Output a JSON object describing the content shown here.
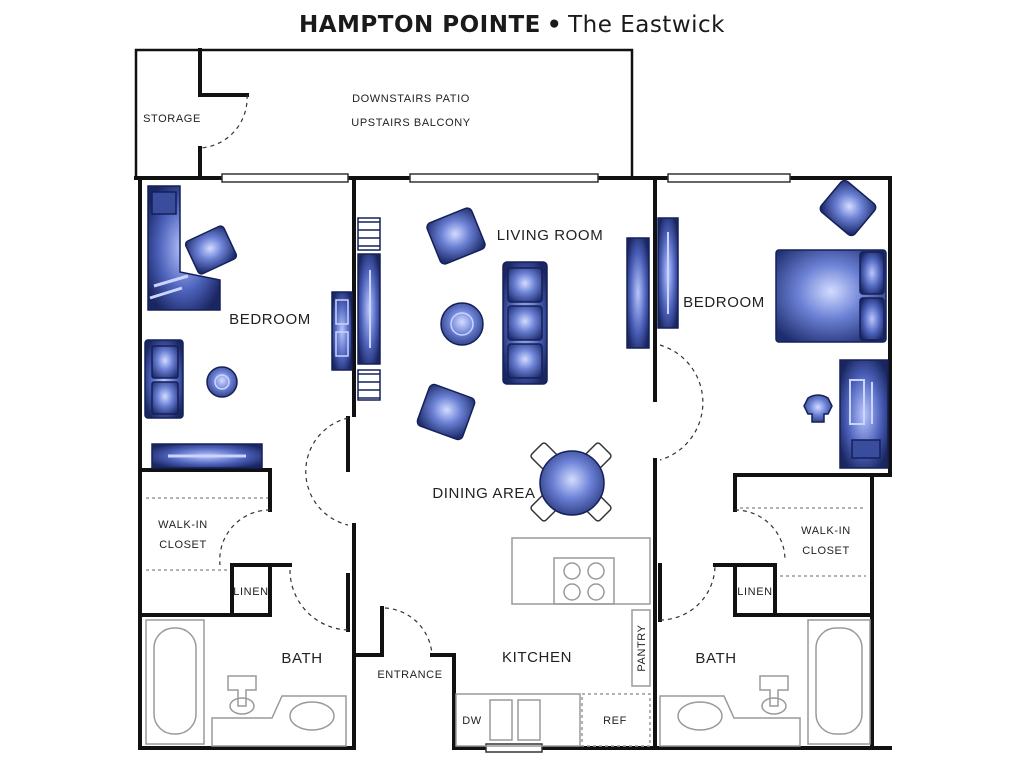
{
  "title": {
    "brand": "HAMPTON POINTE",
    "separator": "•",
    "plan": "The Eastwick"
  },
  "rooms": {
    "storage": "STORAGE",
    "patio_line1": "DOWNSTAIRS PATIO",
    "patio_line2": "UPSTAIRS  BALCONY",
    "living_room": "LIVING ROOM",
    "bedroom_left": "BEDROOM",
    "bedroom_right": "BEDROOM",
    "dining_area": "DINING AREA",
    "closet_left_1": "WALK-IN",
    "closet_left_2": "CLOSET",
    "closet_right_1": "WALK-IN",
    "closet_right_2": "CLOSET",
    "linen_left": "LINEN",
    "linen_right": "LINEN",
    "bath_left": "BATH",
    "bath_right": "BATH",
    "entrance": "ENTRANCE",
    "kitchen": "KITCHEN",
    "pantry": "PANTRY",
    "dw": "DW",
    "ref": "REF"
  },
  "colors": {
    "wall": "#111111",
    "furniture_dark": "#1e2d6e",
    "furniture_light": "#c9d4ff",
    "fixture_line": "#9a9a9a"
  }
}
